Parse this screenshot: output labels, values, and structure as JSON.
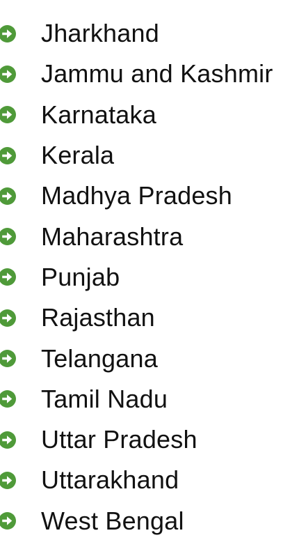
{
  "colors": {
    "icon": "#4f9a39",
    "text": "#111111",
    "background": "#ffffff"
  },
  "list": {
    "icon": "arrow-circle-right-icon",
    "items": [
      "Jharkhand",
      "Jammu and Kashmir",
      "Karnataka",
      "Kerala",
      "Madhya Pradesh",
      "Maharashtra",
      "Punjab",
      "Rajasthan",
      "Telangana",
      "Tamil Nadu",
      "Uttar Pradesh",
      "Uttarakhand",
      "West Bengal"
    ]
  }
}
